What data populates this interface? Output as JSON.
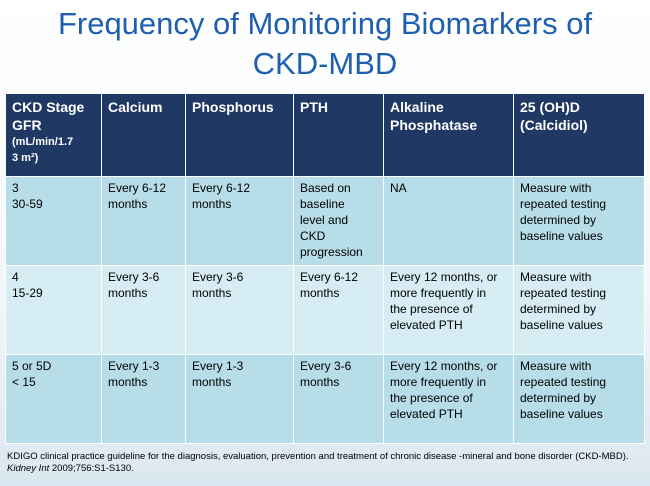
{
  "title_line1": "Frequency of Monitoring Biomarkers of",
  "title_line2": "CKD-MBD",
  "table": {
    "headers": {
      "stage_main": "CKD Stage\nGFR",
      "stage_sub": "(mL/min/1.7\n3 m²)",
      "calcium": "Calcium",
      "phosphorus": "Phosphorus",
      "pth": "PTH",
      "alp": "Alkaline\nPhosphatase",
      "vitd": "25 (OH)D\n(Calcidiol)"
    },
    "rows": [
      {
        "stage": "3\n30-59",
        "calcium": "Every 6-12\nmonths",
        "phosphorus": "Every 6-12\nmonths",
        "pth": "Based on\nbaseline\nlevel and\nCKD\nprogression",
        "alp": "NA",
        "vitd": "Measure with\nrepeated testing\ndetermined by\nbaseline values"
      },
      {
        "stage": "4\n15-29",
        "calcium": "Every 3-6\nmonths",
        "phosphorus": "Every 3-6\nmonths",
        "pth": "Every 6-12\nmonths",
        "alp": "Every 12 months, or\nmore frequently in\nthe presence of\nelevated PTH",
        "vitd": "Measure with\nrepeated testing\ndetermined by\nbaseline values"
      },
      {
        "stage": "5 or 5D\n< 15",
        "calcium": "Every 1-3\nmonths",
        "phosphorus": "Every 1-3\nmonths",
        "pth": "Every 3-6\nmonths",
        "alp": "Every 12 months, or\nmore frequently in\nthe presence of\nelevated PTH",
        "vitd": "Measure with\nrepeated testing\ndetermined by\nbaseline values"
      }
    ]
  },
  "footnote": {
    "text": "KDIGO clinical practice guideline for the diagnosis, evaluation, prevention and treatment of chronic disease -mineral and bone disorder (CKD-MBD). ",
    "journal": "Kidney Int",
    "citation": " 2009;756:S1-S130."
  }
}
